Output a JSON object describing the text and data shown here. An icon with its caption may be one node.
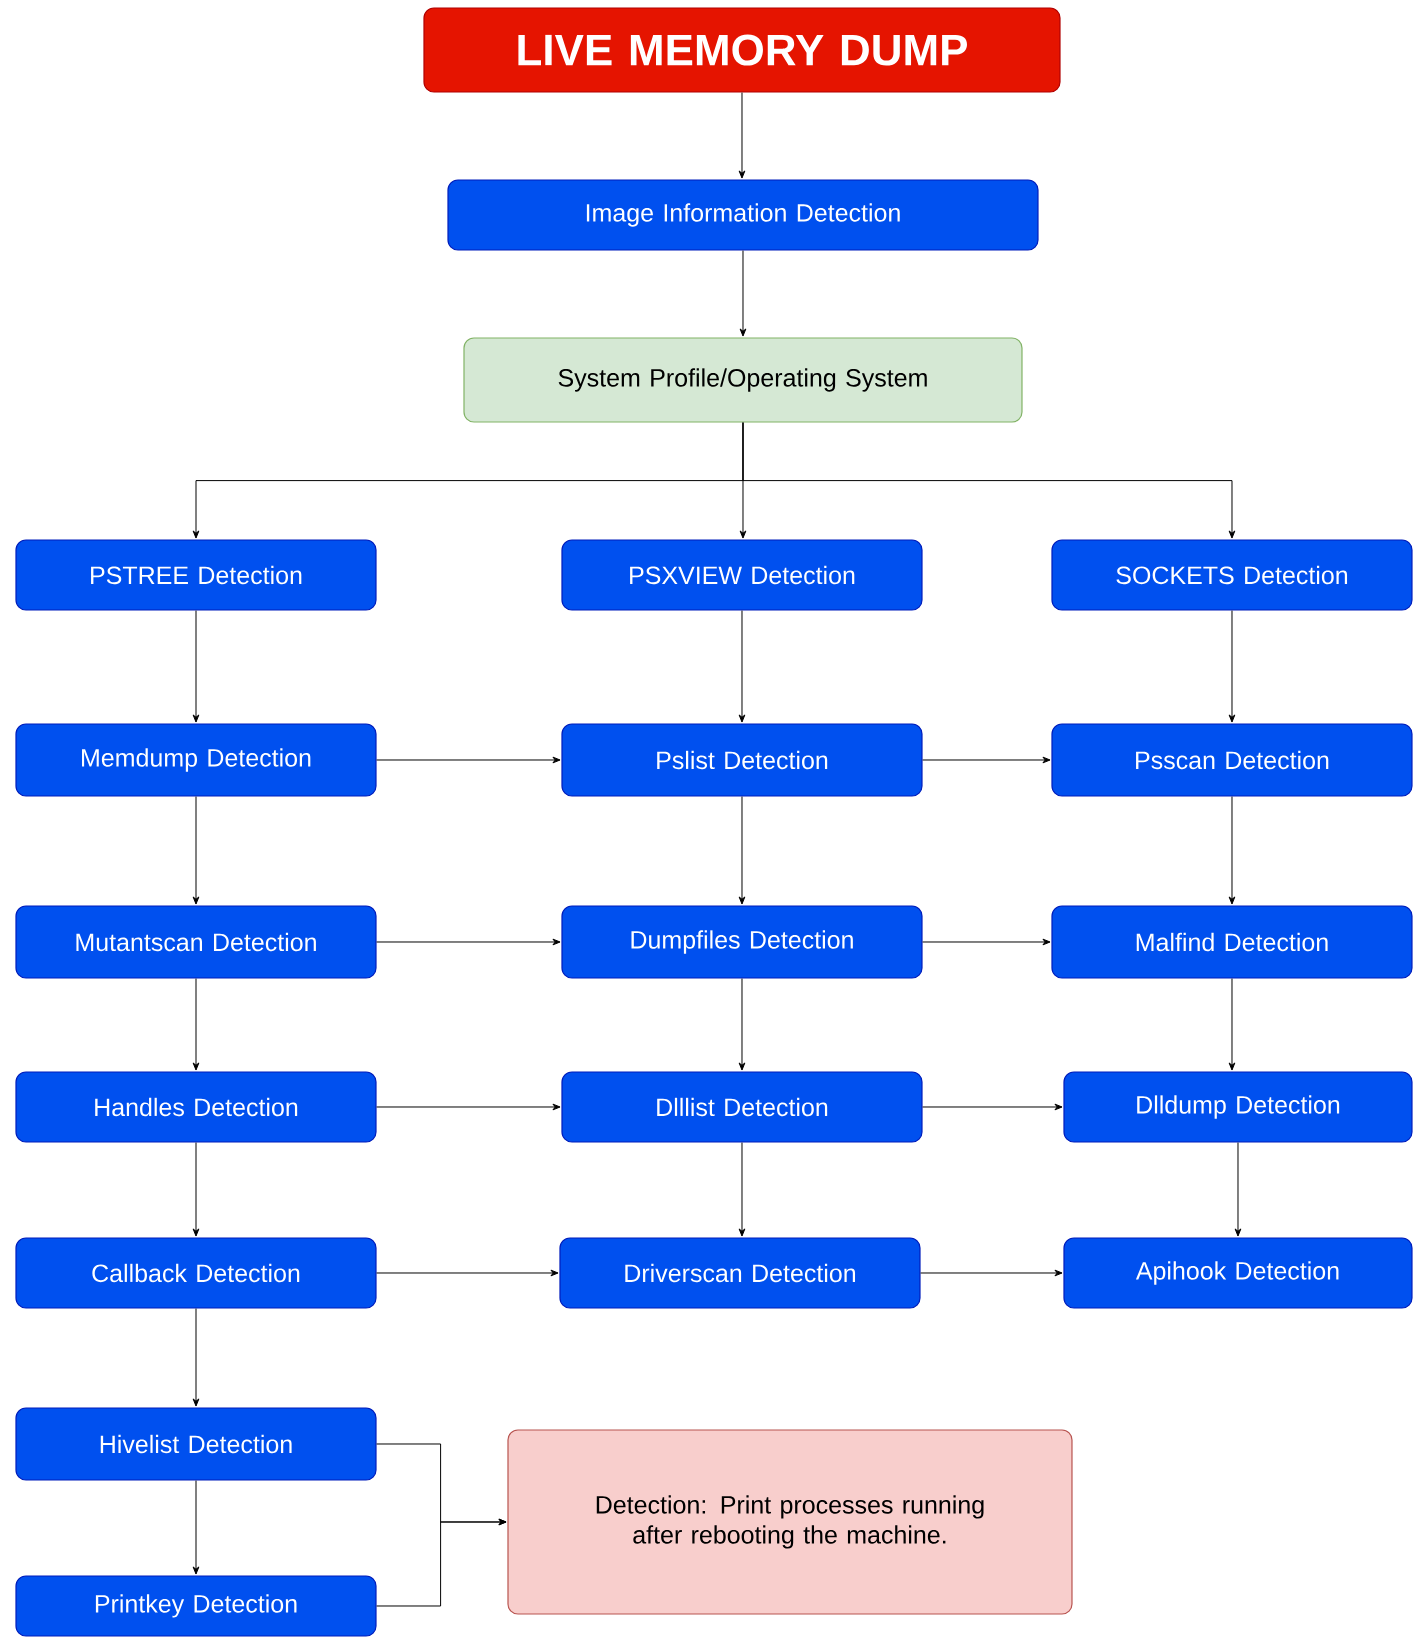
{
  "diagram": {
    "nodes": [
      {
        "text": [
          "LIVE MEMORY DUMP"
        ]
      },
      {
        "text": [
          "Image Information Detection"
        ]
      },
      {
        "text": [
          "System Profile/Operating System"
        ]
      },
      {
        "text": [
          "PSTREE Detection"
        ]
      },
      {
        "text": [
          "PSXVIEW Detection"
        ]
      },
      {
        "text": [
          "SOCKETS Detection"
        ]
      },
      {
        "text": [
          "Memdump Detection"
        ]
      },
      {
        "text": [
          "Pslist Detection"
        ]
      },
      {
        "text": [
          "Psscan Detection"
        ]
      },
      {
        "text": [
          "Mutantscan Detection"
        ]
      },
      {
        "text": [
          "Dumpfiles Detection"
        ]
      },
      {
        "text": [
          "Malfind Detection"
        ]
      },
      {
        "text": [
          "Handles Detection"
        ]
      },
      {
        "text": [
          "Dlllist Detection"
        ]
      },
      {
        "text": [
          "Dlldump Detection"
        ]
      },
      {
        "text": [
          "Callback Detection"
        ]
      },
      {
        "text": [
          "Driverscan Detection"
        ]
      },
      {
        "text": [
          "Apihook Detection"
        ]
      },
      {
        "text": [
          "Hivelist Detection"
        ]
      },
      {
        "text": [
          "Printkey Detection"
        ]
      },
      {
        "text": [
          "Detection: Print processes running after rebooting the machine."
        ]
      }
    ],
    "edges": [
      {
        "from": 0,
        "to": 1,
        "arrow": "to"
      },
      {
        "from": 1,
        "to": 2,
        "arrow": "to"
      },
      {
        "from": 2,
        "to": 3,
        "arrow": "to"
      },
      {
        "from": 2,
        "to": 4,
        "arrow": "to"
      },
      {
        "from": 2,
        "to": 5,
        "arrow": "to"
      },
      {
        "from": 3,
        "to": 6,
        "arrow": "to"
      },
      {
        "from": 4,
        "to": 7,
        "arrow": "to"
      },
      {
        "from": 5,
        "to": 8,
        "arrow": "to"
      },
      {
        "from": 6,
        "to": 7,
        "arrow": "to"
      },
      {
        "from": 7,
        "to": 8,
        "arrow": "to"
      },
      {
        "from": 6,
        "to": 9,
        "arrow": "to"
      },
      {
        "from": 7,
        "to": 10,
        "arrow": "to"
      },
      {
        "from": 8,
        "to": 11,
        "arrow": "to"
      },
      {
        "from": 9,
        "to": 10,
        "arrow": "to"
      },
      {
        "from": 10,
        "to": 11,
        "arrow": "to"
      },
      {
        "from": 9,
        "to": 12,
        "arrow": "to"
      },
      {
        "from": 10,
        "to": 13,
        "arrow": "to"
      },
      {
        "from": 11,
        "to": 14,
        "arrow": "to"
      },
      {
        "from": 12,
        "to": 13,
        "arrow": "to"
      },
      {
        "from": 13,
        "to": 14,
        "arrow": "to"
      },
      {
        "from": 12,
        "to": 15,
        "arrow": "to"
      },
      {
        "from": 13,
        "to": 16,
        "arrow": "to"
      },
      {
        "from": 14,
        "to": 17,
        "arrow": "to"
      },
      {
        "from": 15,
        "to": 16,
        "arrow": "to"
      },
      {
        "from": 16,
        "to": 17,
        "arrow": "to"
      },
      {
        "from": 15,
        "to": 18,
        "arrow": "to"
      },
      {
        "from": 18,
        "to": 19,
        "arrow": "to"
      },
      {
        "from": 18,
        "to": 20,
        "arrow": "to"
      },
      {
        "from": 19,
        "to": 20,
        "arrow": "to"
      }
    ]
  }
}
